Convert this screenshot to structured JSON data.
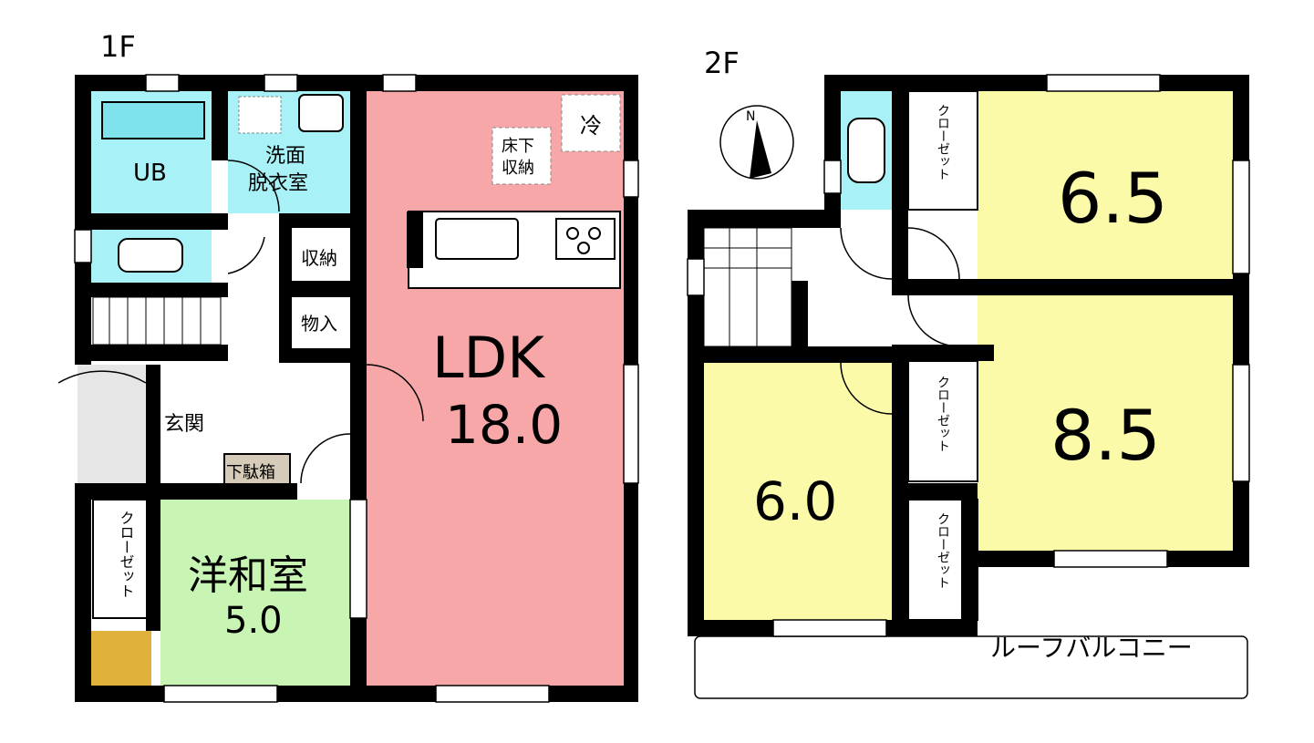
{
  "floors": {
    "first": {
      "label": "1F",
      "rooms": {
        "ub": "UB",
        "washroom_line1": "洗面",
        "washroom_line2": "脱衣室",
        "storage": "収納",
        "storeroom": "物入",
        "entrance": "玄関",
        "shoe_box": "下駄箱",
        "underfloor_line1": "床下",
        "underfloor_line2": "収納",
        "fridge": "冷",
        "ldk_name": "LDK",
        "ldk_size": "18.0",
        "room_name": "洋和室",
        "room_size": "5.0",
        "closet": "クローゼット"
      },
      "colors": {
        "ldk": "#f8a7a8",
        "wet": "#a8f2f7",
        "room": "#c8f5b4",
        "entry_tile": "#e6e6e6",
        "shoe_box": "#d6cbb8",
        "stairs_accent": "#e0b23c"
      }
    },
    "second": {
      "label": "2F",
      "rooms": {
        "room_a_size": "6.5",
        "room_b_size": "8.5",
        "room_c_size": "6.0",
        "closet_a": "クローゼット",
        "closet_b": "クローゼット",
        "closet_c": "クローゼット",
        "balcony": "ルーフバルコニー"
      },
      "colors": {
        "bedroom": "#fafaa8",
        "toilet": "#a8f2f7"
      }
    },
    "compass_north": "N"
  }
}
